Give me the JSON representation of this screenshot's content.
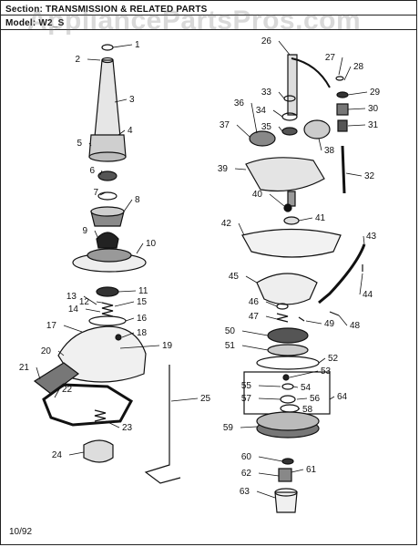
{
  "header": {
    "section_label": "Section:",
    "section_title": "TRANSMISSION & RELATED PARTS",
    "model_label": "Model:",
    "model_value": "W2_S"
  },
  "watermark": "AppliancePartsPros.com",
  "footer": {
    "date": "10/92"
  },
  "callouts": [
    "1",
    "2",
    "3",
    "4",
    "5",
    "6",
    "7",
    "8",
    "9",
    "10",
    "11",
    "12",
    "13",
    "14",
    "15",
    "16",
    "17",
    "18",
    "19",
    "20",
    "21",
    "22",
    "23",
    "24",
    "25",
    "26",
    "27",
    "28",
    "29",
    "30",
    "31",
    "32",
    "33",
    "34",
    "35",
    "36",
    "37",
    "38",
    "39",
    "40",
    "41",
    "42",
    "43",
    "44",
    "45",
    "46",
    "47",
    "48",
    "49",
    "50",
    "51",
    "52",
    "53",
    "54",
    "55",
    "56",
    "57",
    "58",
    "59",
    "60",
    "61",
    "62",
    "63",
    "64"
  ]
}
